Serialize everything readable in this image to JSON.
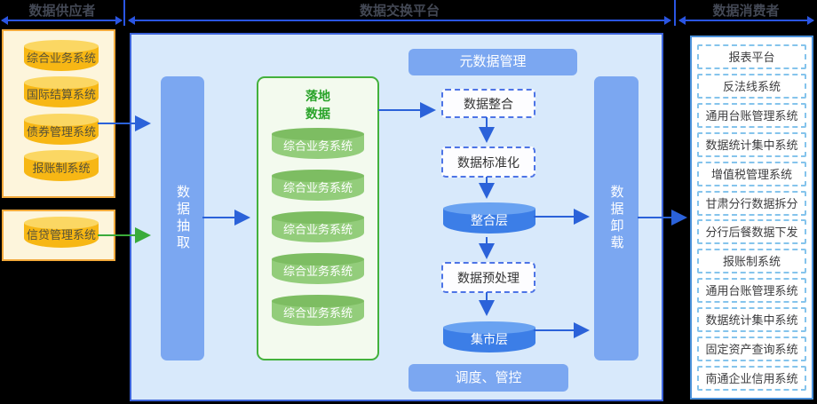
{
  "headers": {
    "supplier": "数据供应者",
    "platform": "数据交换平台",
    "consumer": "数据消费者"
  },
  "supplier": {
    "group1": [
      "综合业务系统",
      "国际结算系统",
      "债券管理系统",
      "报账制系统"
    ],
    "group2": [
      "信贷管理系统"
    ]
  },
  "platform": {
    "extract_label": "数据抽取",
    "unload_label": "数据卸载",
    "meta_label": "元数据管理",
    "schedule_label": "调度、管控",
    "landing": {
      "title_line1": "落地",
      "title_line2": "数据",
      "cylinders": [
        "综合业务系统",
        "综合业务系统",
        "综合业务系统",
        "综合业务系统",
        "综合业务系统"
      ]
    },
    "flow": {
      "step1": "数据整合",
      "step2": "数据标准化",
      "layer1": "整合层",
      "step3": "数据预处理",
      "layer2": "集市层"
    }
  },
  "consumer": {
    "items": [
      "报表平台",
      "反法线系统",
      "通用台账管理系统",
      "数据统计集中系统",
      "增值税管理系统",
      "甘肃分行数据拆分",
      "分行后餐数据下发",
      "报账制系统",
      "通用台账管理系统",
      "数据统计集中系统",
      "固定资产查询系统",
      "南通企业信用系统"
    ]
  },
  "colors": {
    "background": "#000000",
    "dimension_arrow": "#2a55e2",
    "flow_arrow_blue": "#2b62d9",
    "flow_arrow_green": "#3aab3a",
    "platform_fill": "#d8e9fb",
    "platform_border": "#3c63d9",
    "bar_fill": "#7ba7f1",
    "supplier_fill": "#fdf5dc",
    "supplier_border": "#f2a93b",
    "yellow_cylinder": "#f7b714",
    "green_cylinder": "#93cd7b",
    "blue_cylinder": "#3c7ee7",
    "green_box_border": "#43b13c",
    "consumer_border": "#4a90d9",
    "consumer_item_border": "#85c4ec"
  }
}
